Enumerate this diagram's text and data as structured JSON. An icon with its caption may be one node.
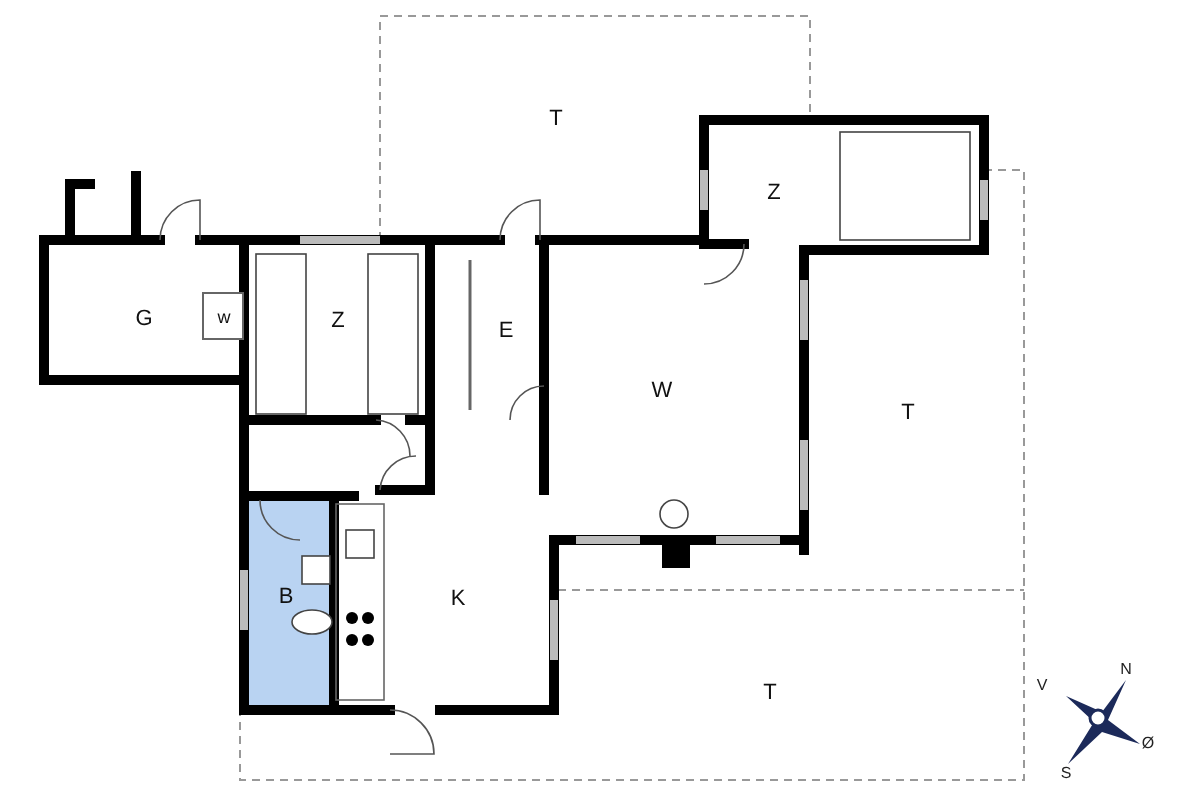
{
  "diagram": {
    "nodes": [
      {
        "text": [
          "T"
        ]
      },
      {
        "text": [
          "Z"
        ]
      },
      {
        "text": [
          "G"
        ]
      },
      {
        "text": [
          "w"
        ],
        "in": 2
      },
      {
        "text": [
          "Z"
        ]
      },
      {
        "text": [
          "E"
        ]
      },
      {
        "text": [
          "W"
        ]
      },
      {
        "text": [
          "T"
        ]
      },
      {
        "text": [
          "B"
        ]
      },
      {
        "text": [
          "K"
        ]
      },
      {
        "text": [
          "T"
        ]
      }
    ],
    "labels": [
      "N",
      "V",
      "Ø",
      "S"
    ]
  }
}
